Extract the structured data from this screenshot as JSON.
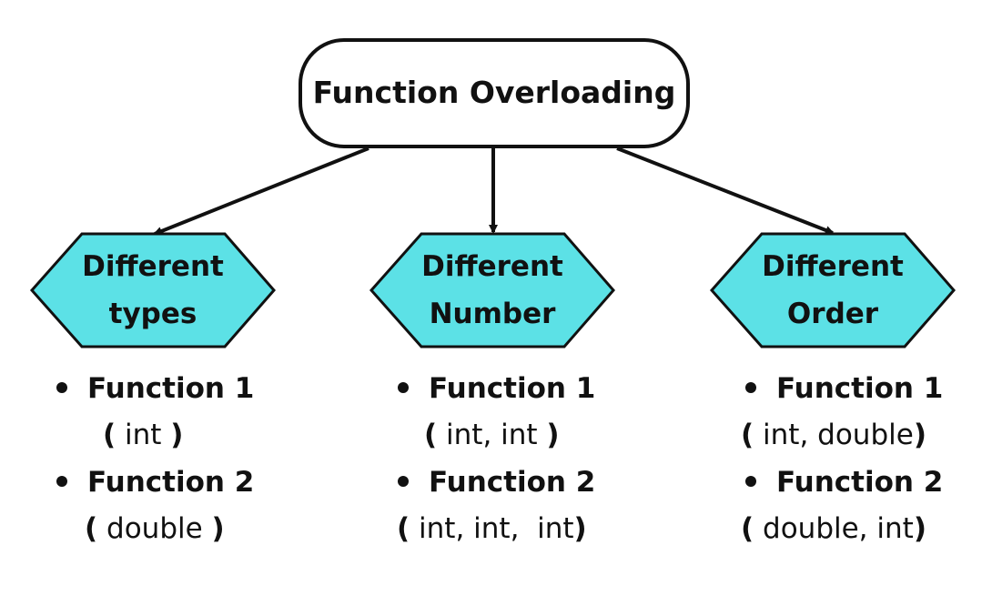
{
  "root": {
    "label": "Function Overloading"
  },
  "colors": {
    "hexagon_fill": "#5ce1e6",
    "stroke": "#111111",
    "root_fill": "#ffffff"
  },
  "branches": [
    {
      "title_line1": "Different",
      "title_line2": "types",
      "items": [
        {
          "name": "Function 1",
          "open": "(",
          "args": " int ",
          "close": ")"
        },
        {
          "name": "Function 2",
          "open": "(",
          "args": " double ",
          "close": ")"
        }
      ]
    },
    {
      "title_line1": "Different",
      "title_line2": "Number",
      "items": [
        {
          "name": "Function 1",
          "open": "(",
          "args": " int, int ",
          "close": ")"
        },
        {
          "name": "Function 2",
          "open": "(",
          "args": " int, int,  int",
          "close": ")"
        }
      ]
    },
    {
      "title_line1": "Different",
      "title_line2": "Order",
      "items": [
        {
          "name": "Function 1",
          "open": "(",
          "args": " int, double",
          "close": ")"
        },
        {
          "name": "Function 2",
          "open": "(",
          "args": " double, int",
          "close": ")"
        }
      ]
    }
  ]
}
